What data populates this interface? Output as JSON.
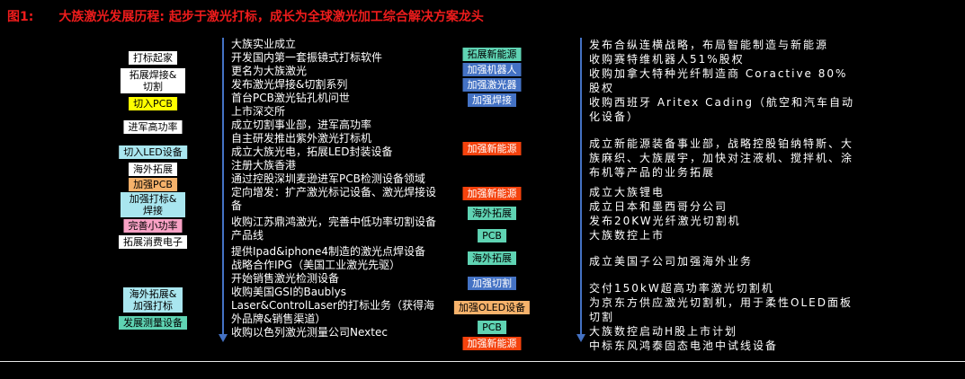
{
  "header": {
    "label": "图1:",
    "title": "大族激光发展历程: 起步于激光打标，成长为全球激光加工综合解决方案龙头"
  },
  "left_tags": [
    {
      "label": "打标起家",
      "color": "#ffffff"
    },
    {
      "label": "拓展焊接&切割",
      "color": "#ffffff"
    },
    {
      "label": "切入PCB",
      "color": "#ffff00"
    },
    {
      "label": "进军高功率",
      "color": "#ffffff"
    },
    {
      "label": "切入LED设备",
      "color": "#a9e6ef"
    },
    {
      "label": "海外拓展",
      "color": "#ffffff"
    },
    {
      "label": "加强PCB",
      "color": "#f6b26b"
    },
    {
      "label": "加强打标&焊接",
      "color": "#a9e6ef"
    },
    {
      "label": "完善小功率",
      "color": "#f8a1c4"
    },
    {
      "label": "拓展消费电子",
      "color": "#ffffff"
    },
    {
      "label": "海外拓展&加强打标",
      "color": "#a9e6ef"
    },
    {
      "label": "发展测量设备",
      "color": "#5fd3b3"
    }
  ],
  "timeline1": {
    "events": [
      "大族实业成立",
      "开发国内第一套振镜式打标软件",
      "更名为大族激光",
      "发布激光焊接&切割系列",
      "首台PCB激光钻孔机问世",
      "上市深交所",
      "成立切割事业部，进军高功率",
      "自主研发推出紫外激光打标机",
      "成立大族光电，拓展LED封装设备",
      "注册大族香港",
      "通过控股深圳麦逊进军PCB检测设备领域",
      "定向增发：扩产激光标记设备、激光焊接设备",
      "收购江苏鼎鸿激光，完善中低功率切割设备产品线",
      "提供Ipad&iphone4制造的激光点焊设备",
      "战略合作IPG（美国工业激光先驱）",
      "开始销售激光检测设备",
      "收购美国GSI的Baublys Laser&ControlLaser的打标业务（获得海外品牌&销售渠道）",
      "收购以色列激光测量公司Nextec"
    ]
  },
  "mid_tags": [
    {
      "label": "拓展新能源",
      "color": "#5fd3b3"
    },
    {
      "label": "加强机器人",
      "color": "#4472c4"
    },
    {
      "label": "加强激光器",
      "color": "#4472c4"
    },
    {
      "label": "加强焊接",
      "color": "#4472c4"
    },
    {
      "label": "加强新能源",
      "color": "#f4420d"
    },
    {
      "label": "加强新能源",
      "color": "#f4420d"
    },
    {
      "label": "海外拓展",
      "color": "#5fd3b3"
    },
    {
      "label": "PCB",
      "color": "#5fd3b3"
    },
    {
      "label": "海外拓展",
      "color": "#5fd3b3"
    },
    {
      "label": "加强切割",
      "color": "#4472c4"
    },
    {
      "label": "加强OLED设备",
      "color": "#f6b26b"
    },
    {
      "label": "PCB",
      "color": "#5fd3b3"
    },
    {
      "label": "加强新能源",
      "color": "#f4420d"
    }
  ],
  "timeline2": {
    "events": [
      "发布合纵连横战略，布局智能制造与新能源",
      "收购赛特维机器人51%股权",
      "收购加拿大特种光纤制造商 Coractive 80%股权",
      "收购西班牙 Aritex Cading（航空和汽车自动化设备）",
      "成立新能源装备事业部，战略控股铂纳特斯、大族麻织、大族展宇，加快对注液机、搅拌机、涂布机等产品的业务拓展",
      "成立大族锂电",
      "成立日本和墨西哥分公司",
      "发布20KW光纤激光切割机",
      "大族数控上市",
      "成立美国子公司加强海外业务",
      "交付150kW超高功率激光切割机",
      "为京东方供应激光切割机，用于柔性OLED面板切割",
      "大族数控启动H股上市计划",
      "中标东风鸿泰固态电池中试线设备"
    ]
  },
  "colors": {
    "background": "#000000",
    "title_red": "#ee1c1c",
    "body_text": "#ffffff",
    "arrow_blue": "#4472c4",
    "tag_white": "#ffffff",
    "tag_yellow": "#ffff00",
    "tag_cyan": "#a9e6ef",
    "tag_teal": "#5fd3b3",
    "tag_peach": "#f6b26b",
    "tag_pink": "#f8a1c4",
    "tag_blue": "#4472c4",
    "tag_red": "#f4420d"
  }
}
